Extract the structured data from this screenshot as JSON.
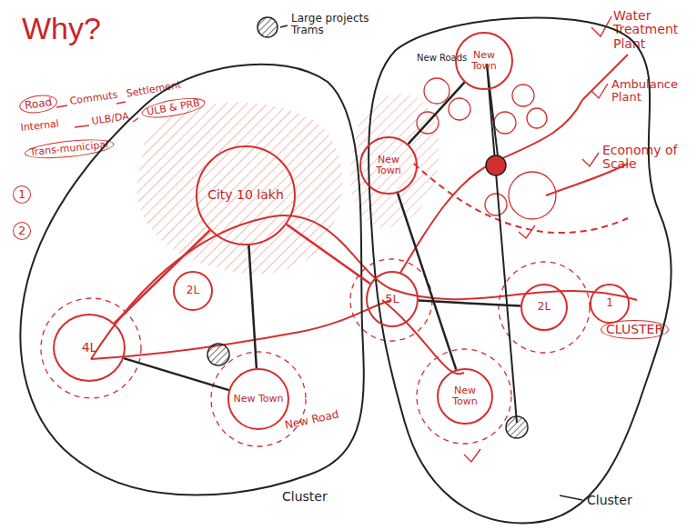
{
  "diagram": {
    "title": "Why?",
    "nodes": [
      {
        "text": [
          "Cluster"
        ]
      },
      {
        "text": [
          "City 10 lakh"
        ],
        "in": 0
      },
      {
        "text": [
          "2L"
        ],
        "in": 0
      },
      {
        "text": [
          "4L"
        ],
        "in": 0
      },
      {
        "text": [
          "New Town"
        ],
        "in": 0
      },
      {
        "text": [
          "Cluster"
        ]
      },
      {
        "text": [
          "5L"
        ],
        "in": 5
      },
      {
        "text": [
          "New Town"
        ],
        "in": 5
      },
      {
        "text": [
          "New Town"
        ],
        "in": 5
      },
      {
        "text": [
          "2L"
        ],
        "in": 5
      },
      {
        "text": [
          "1"
        ],
        "in": 5
      },
      {
        "text": [
          "New Town"
        ],
        "in": 5
      }
    ],
    "edges": [
      {
        "from": 1,
        "to": 4,
        "arrow": "none"
      },
      {
        "from": 3,
        "to": 4,
        "arrow": "none"
      },
      {
        "from": 3,
        "to": 1,
        "arrow": "none"
      },
      {
        "from": 1,
        "to": 6,
        "arrow": "none"
      },
      {
        "from": 7,
        "to": 8,
        "arrow": "none"
      },
      {
        "from": 7,
        "to": 11,
        "arrow": "none"
      },
      {
        "from": 6,
        "to": 9,
        "arrow": "none"
      }
    ],
    "labels": [
      "Road",
      "Commuts",
      "Settlement",
      "Internal",
      "ULB/DA",
      "ULB & PRB",
      "Trans-municipal",
      "1",
      "2",
      "New Roads",
      "New Road",
      "Water Treatment Plant",
      "Ambulance Plant",
      "Economy of Scale",
      "CLUSTER"
    ],
    "legend": [
      {
        "text": "Large projects Trams"
      }
    ]
  }
}
